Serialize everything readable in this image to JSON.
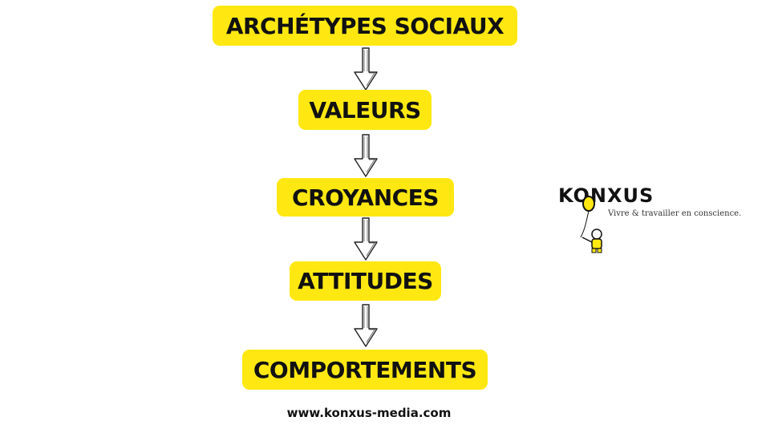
{
  "steps": [
    {
      "label": "ARCHÉTYPES SOCIAUX"
    },
    {
      "label": "VALEURS"
    },
    {
      "label": "CROYANCES"
    },
    {
      "label": "ATTITUDES"
    },
    {
      "label": "COMPORTEMENTS"
    }
  ],
  "brand": {
    "name": "KONXUS",
    "tagline": "Vivre & travailler en conscience.",
    "website": "www.konxus-media.com",
    "accent_color": "#ffe812",
    "text_color": "#111111"
  },
  "icons": {
    "arrow": "hand-drawn-down-arrow-icon",
    "mascot": "balloon-child-mascot-icon"
  }
}
